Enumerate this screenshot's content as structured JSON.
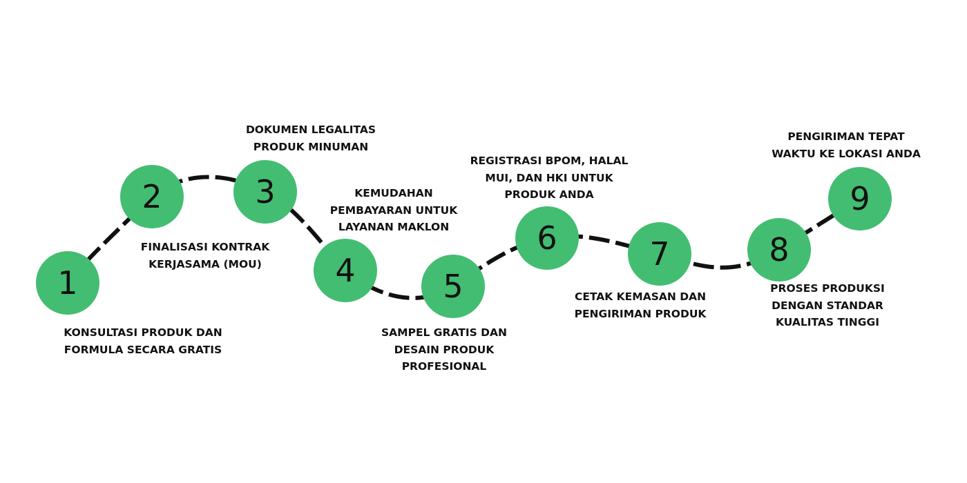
{
  "colors": {
    "circle_fill": "#43BD71",
    "path_stroke": "#111111",
    "text": "#111111",
    "background": "#FFFFFF"
  },
  "steps": [
    {
      "number": "1",
      "label_lines": [
        "KONSULTASI PRODUK DAN",
        "FORMULA SECARA GRATIS"
      ]
    },
    {
      "number": "2",
      "label_lines": [
        "FINALISASI KONTRAK",
        "KERJASAMA (MOU)"
      ]
    },
    {
      "number": "3",
      "label_lines": [
        "DOKUMEN LEGALITAS",
        "PRODUK MINUMAN"
      ]
    },
    {
      "number": "4",
      "label_lines": [
        "KEMUDAHAN",
        "PEMBAYARAN UNTUK",
        "LAYANAN MAKLON"
      ]
    },
    {
      "number": "5",
      "label_lines": [
        "SAMPEL GRATIS DAN",
        "DESAIN PRODUK",
        "PROFESIONAL"
      ]
    },
    {
      "number": "6",
      "label_lines": [
        "REGISTRASI BPOM, HALAL",
        "MUI, DAN HKI UNTUK",
        "PRODUK ANDA"
      ]
    },
    {
      "number": "7",
      "label_lines": [
        "CETAK KEMASAN DAN",
        "PENGIRIMAN PRODUK"
      ]
    },
    {
      "number": "8",
      "label_lines": [
        "PROSES PRODUKSI",
        "DENGAN STANDAR",
        "KUALITAS TINGGI"
      ]
    },
    {
      "number": "9",
      "label_lines": [
        "PENGIRIMAN TEPAT",
        "WAKTU KE LOKASI ANDA"
      ]
    }
  ]
}
